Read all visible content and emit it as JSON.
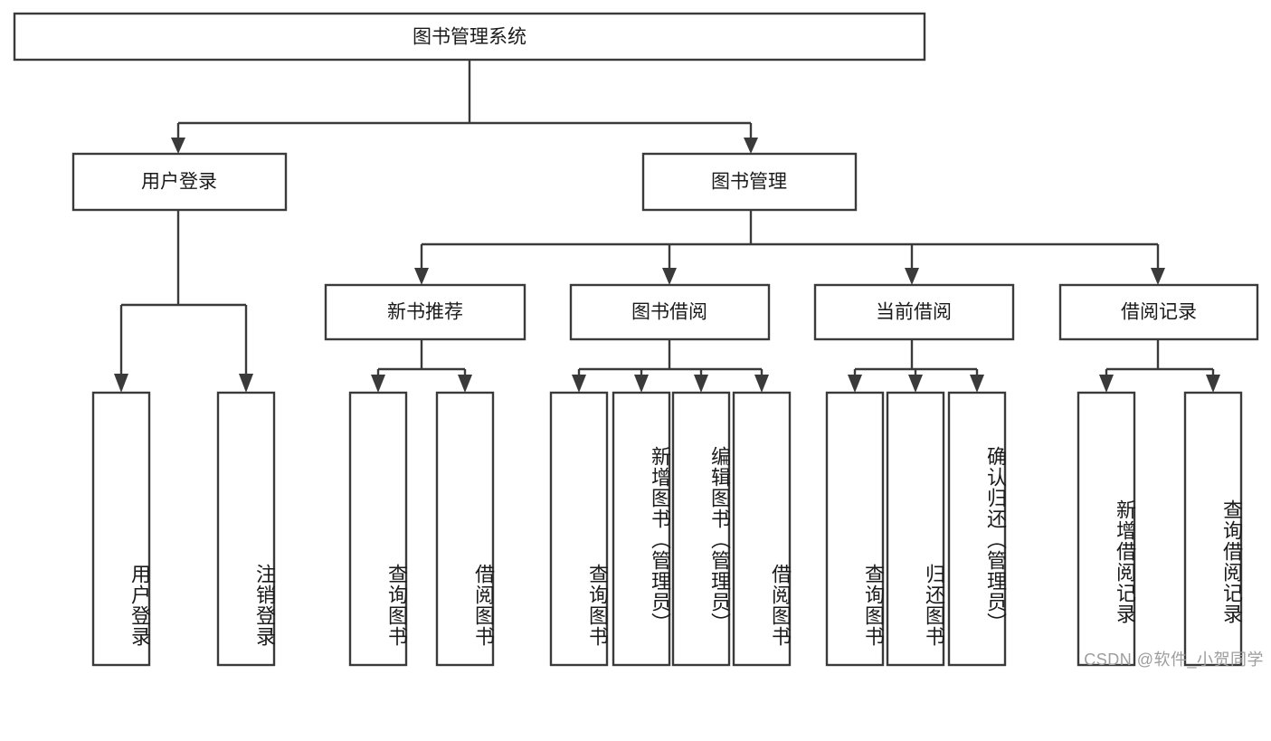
{
  "diagram": {
    "title": "图书管理系统",
    "type": "tree-hierarchy-diagram",
    "watermark": "CSDN @软件_小贺同学",
    "colors": {
      "box_stroke": "#3a3a3a",
      "box_fill": "#ffffff",
      "connector": "#3a3a3a",
      "text": "#1a1a1a",
      "watermark": "#9d9d9d",
      "background": "#ffffff"
    },
    "root": {
      "label": "图书管理系统"
    },
    "level2": [
      {
        "id": "user-login",
        "label": "用户登录"
      },
      {
        "id": "book-management",
        "label": "图书管理"
      }
    ],
    "level3": [
      {
        "id": "new-book-recommend",
        "label": "新书推荐",
        "parent": "book-management"
      },
      {
        "id": "book-borrow",
        "label": "图书借阅",
        "parent": "book-management"
      },
      {
        "id": "current-borrow",
        "label": "当前借阅",
        "parent": "book-management"
      },
      {
        "id": "borrow-record",
        "label": "借阅记录",
        "parent": "book-management"
      }
    ],
    "leaves": {
      "user-login": [
        {
          "id": "leaf-user-login",
          "label": "用户登录"
        },
        {
          "id": "leaf-logout-login",
          "label": "注销登录"
        }
      ],
      "new-book-recommend": [
        {
          "id": "leaf-query-book-1",
          "label": "查询图书"
        },
        {
          "id": "leaf-borrow-book-1",
          "label": "借阅图书"
        }
      ],
      "book-borrow": [
        {
          "id": "leaf-query-book-2",
          "label": "查询图书"
        },
        {
          "id": "leaf-add-book",
          "label": "新增图书（管理员）"
        },
        {
          "id": "leaf-edit-book",
          "label": "编辑图书（管理员）"
        },
        {
          "id": "leaf-borrow-book-2",
          "label": "借阅图书"
        }
      ],
      "current-borrow": [
        {
          "id": "leaf-query-book-3",
          "label": "查询图书"
        },
        {
          "id": "leaf-return-book",
          "label": "归还图书"
        },
        {
          "id": "leaf-confirm-return",
          "label": "确认归还（管理员）"
        }
      ],
      "borrow-record": [
        {
          "id": "leaf-add-record",
          "label": "新增借阅记录"
        },
        {
          "id": "leaf-query-record",
          "label": "查询借阅记录"
        }
      ]
    }
  }
}
